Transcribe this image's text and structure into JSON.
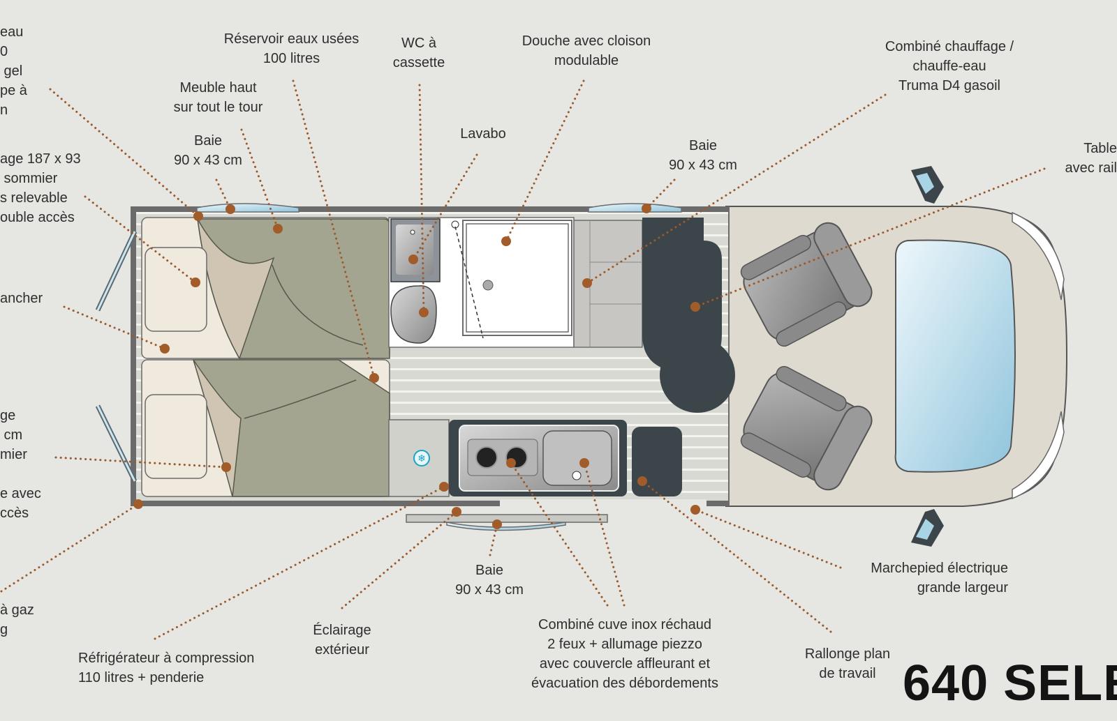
{
  "model": "640 SELE",
  "labels": {
    "reservoir_eau": "eau\n0\n gel\npe à\nn",
    "couchage": "age 187 x 93\n sommier\ns relevable\nouble accès",
    "plancher": "ancher",
    "couchage2": "ge\n cm\nmier",
    "soute": "e avec\nccès",
    "bouteilles_gaz": "à gaz\ng",
    "reservoir_usees": "Réservoir eaux usées\n100 litres",
    "wc": "WC à\ncassette",
    "douche": "Douche avec cloison\nmodulable",
    "combine_chauffage": "Combiné chauffage /\nchauffe-eau\nTruma D4 gasoil",
    "meuble_haut": "Meuble haut\nsur tout le tour",
    "baie_arriere": "Baie\n90 x 43 cm",
    "lavabo": "Lavabo",
    "baie_milieu": "Baie\n90 x 43 cm",
    "table": "Table\navec rail",
    "baie_porte": "Baie\n90 x 43 cm",
    "marchepied": "Marchepied électrique\ngrande largeur",
    "refrigerateur": "Réfrigérateur à compression\n110 litres + penderie",
    "eclairage": "Éclairage\nextérieur",
    "cuisine": "Combiné cuve inox réchaud\n2 feux + allumage piezzo\navec couvercle affleurant et\névacuation des débordements",
    "rallonge": "Rallonge plan\nde travail"
  },
  "colors": {
    "background": "#e6e6e2",
    "leader": "#9a5a2c",
    "dot": "#a15c2a",
    "bed": "#a3a590",
    "cabin": "#dfdad0",
    "dark_furniture": "#3c454a",
    "glass": "#a9d4e6"
  }
}
